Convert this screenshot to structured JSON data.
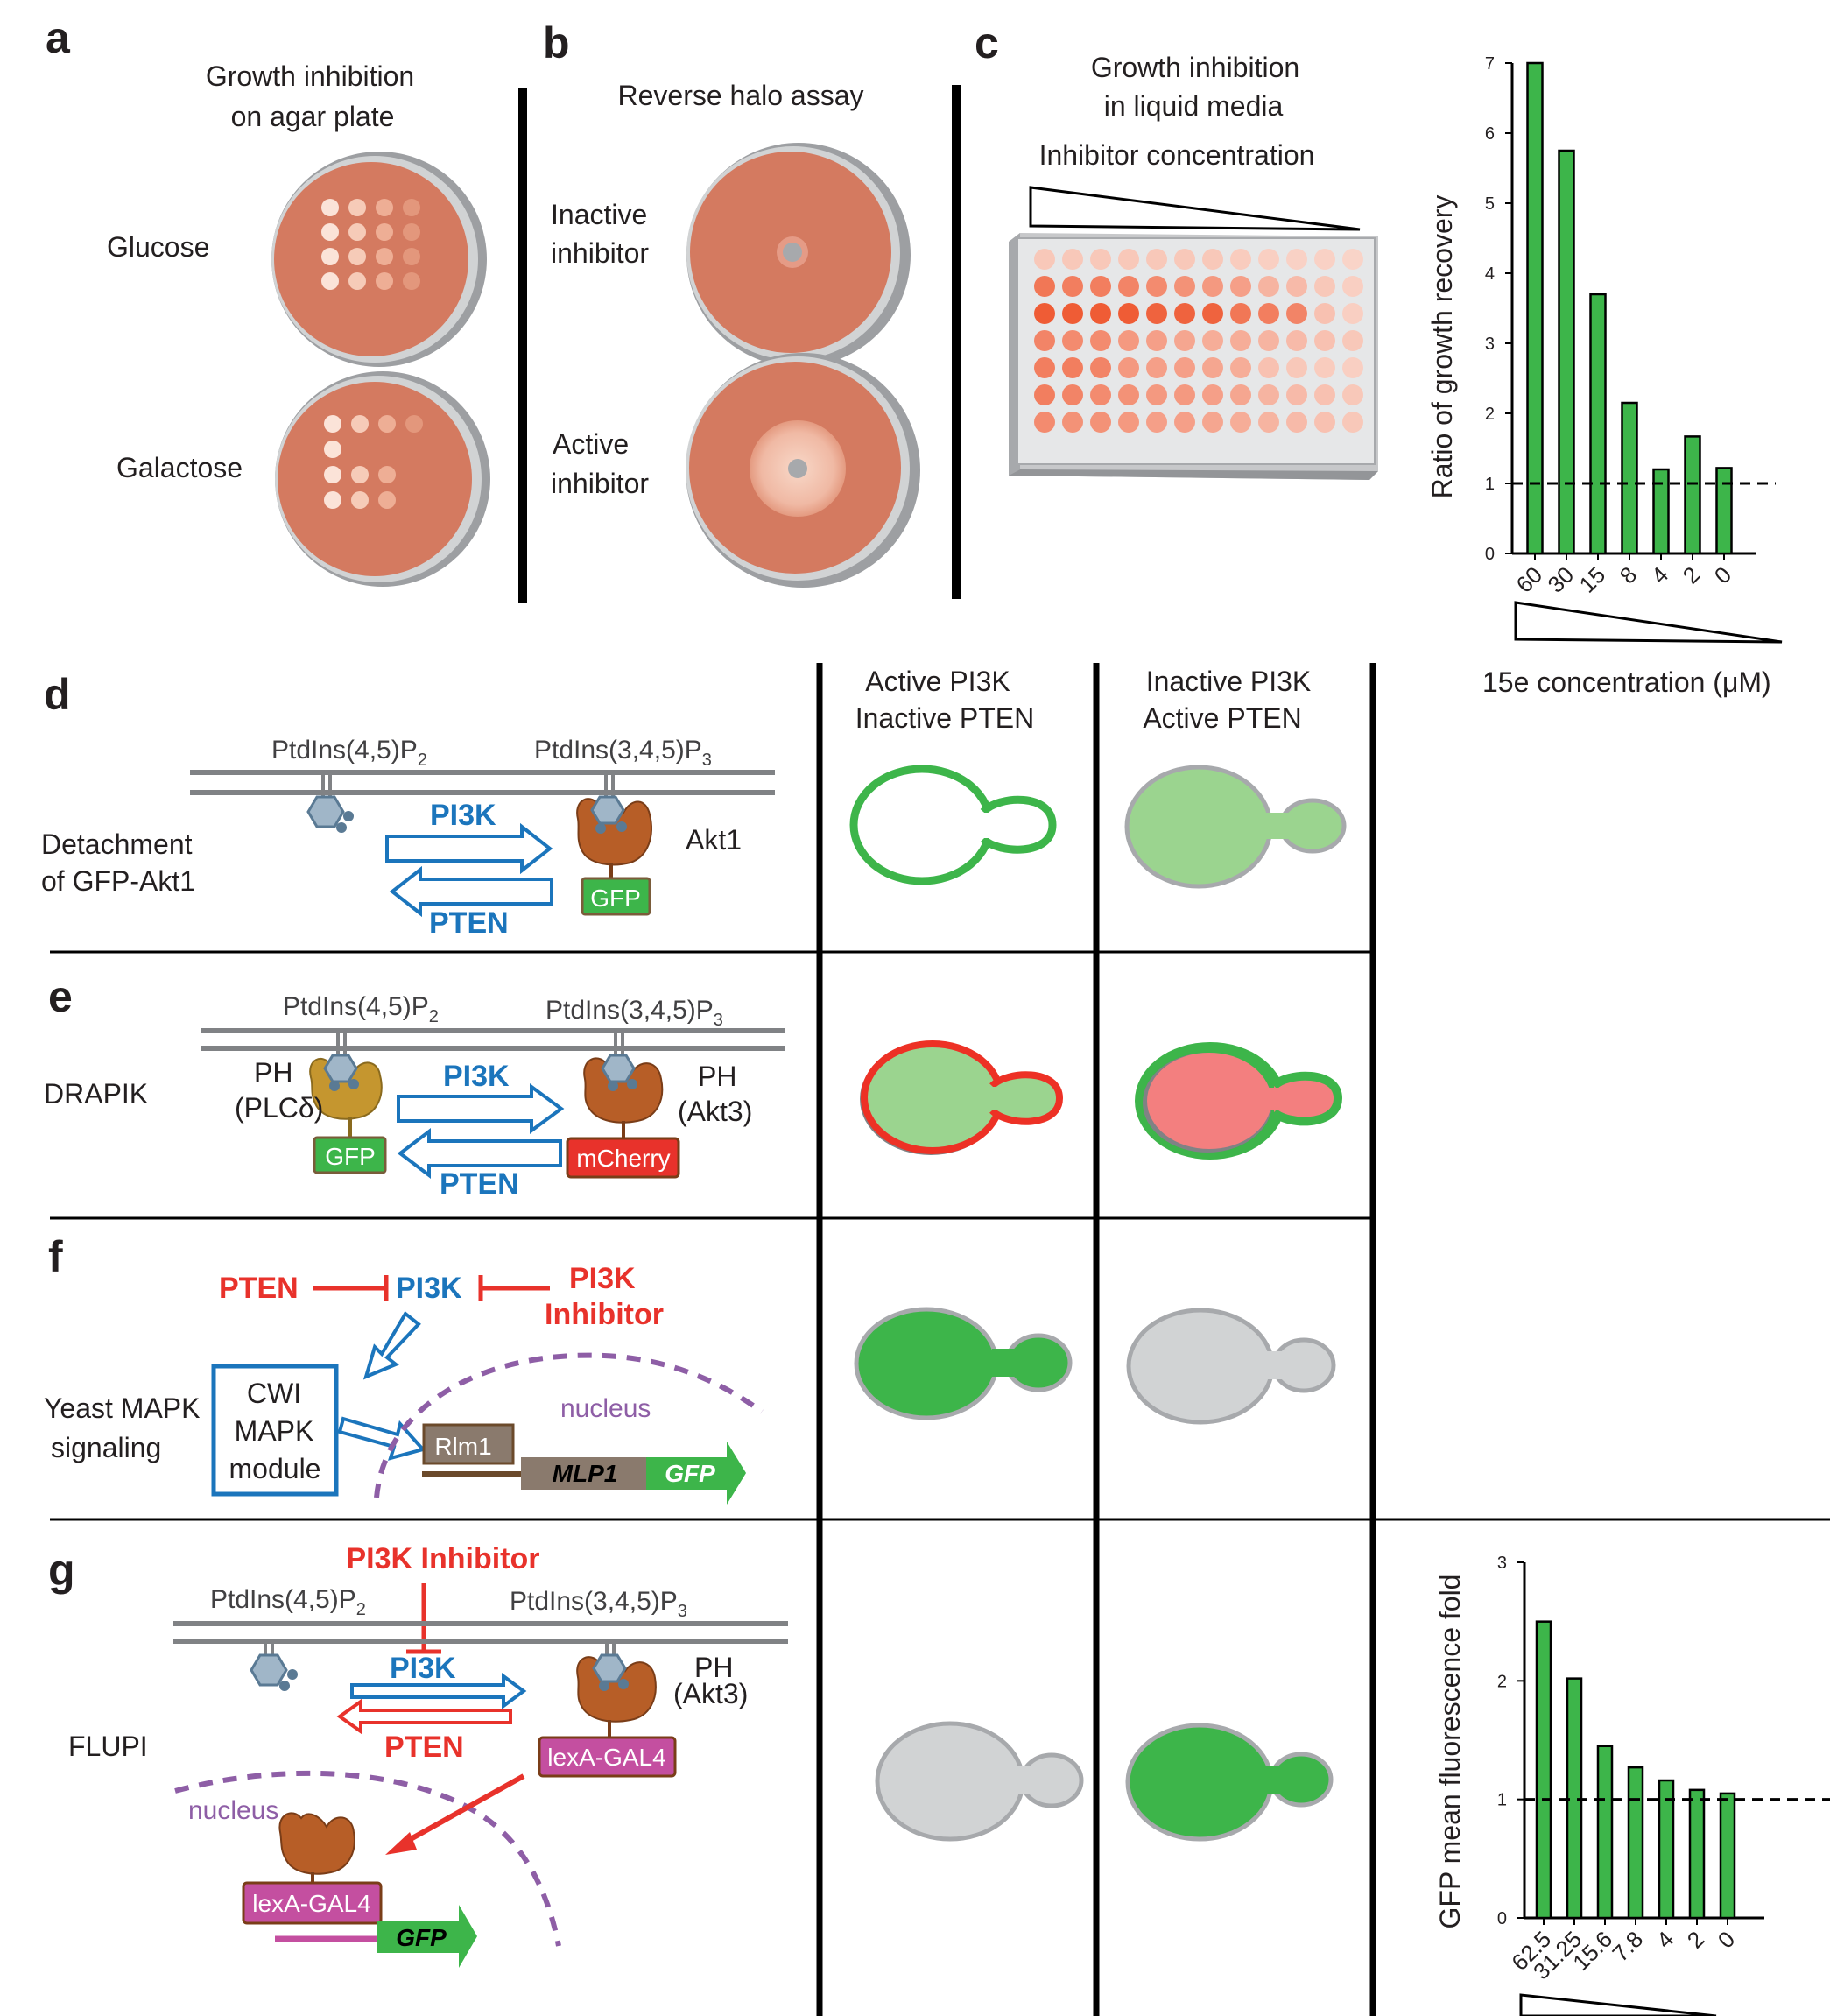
{
  "panels": {
    "a": "a",
    "b": "b",
    "c": "c",
    "d": "d",
    "e": "e",
    "f": "f",
    "g": "g"
  },
  "panel_a": {
    "title_line1": "Growth inhibition",
    "title_line2": "on agar plate",
    "row1": "Glucose",
    "row2": "Galactose"
  },
  "panel_b": {
    "title": "Reverse halo assay",
    "row1_line1": "Inactive",
    "row1_line2": "inhibitor",
    "row2_line1": "Active",
    "row2_line2": "inhibitor"
  },
  "panel_c": {
    "title_line1": "Growth inhibition",
    "title_line2": "in liquid media",
    "subtitle": "Inhibitor concentration",
    "xaxis_label": "15e concentration (μM)"
  },
  "columns": {
    "col1_line1": "Active PI3K",
    "col1_line2": "Inactive PTEN",
    "col2_line1": "Inactive PI3K",
    "col2_line2": "Active PTEN"
  },
  "panel_d": {
    "lipid_left": "PtdIns(4,5)P",
    "lipid_left_sub": "2",
    "lipid_right": "PtdIns(3,4,5)P",
    "lipid_right_sub": "3",
    "pi3k": "PI3K",
    "pten": "PTEN",
    "akt1": "Akt1",
    "gfp": "GFP",
    "row_line1": "Detachment",
    "row_line2": "of GFP-Akt1"
  },
  "panel_e": {
    "lipid_left": "PtdIns(4,5)P",
    "lipid_left_sub": "2",
    "lipid_right": "PtdIns(3,4,5)P",
    "lipid_right_sub": "3",
    "pi3k": "PI3K",
    "pten": "PTEN",
    "ph_left_line1": "PH",
    "ph_left_line2": "(PLCδ)",
    "ph_right_line1": "PH",
    "ph_right_line2": "(Akt3)",
    "gfp": "GFP",
    "mcherry": "mCherry",
    "row": "DRAPIK"
  },
  "panel_f": {
    "pten": "PTEN",
    "pi3k": "PI3K",
    "inhibitor_line1": "PI3K",
    "inhibitor_line2": "Inhibitor",
    "module_line1": "CWI",
    "module_line2": "MAPK",
    "module_line3": "module",
    "nucleus": "nucleus",
    "rlm1": "Rlm1",
    "mlp1": "MLP1",
    "gfp": "GFP",
    "row_line1": "Yeast MAPK",
    "row_line2": "signaling"
  },
  "panel_g": {
    "inhibitor": "PI3K Inhibitor",
    "lipid_left": "PtdIns(4,5)P",
    "lipid_left_sub": "2",
    "lipid_right": "PtdIns(3,4,5)P",
    "lipid_right_sub": "3",
    "pi3k": "PI3K",
    "pten": "PTEN",
    "ph_line1": "PH",
    "ph_line2": "(Akt3)",
    "lexa": "lexA-GAL4",
    "nucleus": "nucleus",
    "gfp": "GFP",
    "row": "FLUPI"
  },
  "colors": {
    "plate": "#d47a60",
    "rim": "#9d9fa2",
    "green": "#3db54a",
    "light_green": "#9bd48f",
    "red": "#ed3125",
    "pink": "#f37f7f",
    "grey_cell": "#d1d3d4",
    "blue": "#1b75bc",
    "purple": "#8e5ea6",
    "brown": "#b75e27",
    "lexa": "#c44fa0"
  },
  "chart_data": [
    {
      "type": "bar",
      "ylabel": "Ratio of growth recovery",
      "xlabel": "15e concentration (μM)",
      "categories": [
        "60",
        "30",
        "15",
        "8",
        "4",
        "2",
        "0"
      ],
      "values": [
        7.0,
        5.75,
        3.7,
        2.15,
        1.2,
        1.67,
        1.22
      ],
      "ylim": [
        0,
        7
      ],
      "yticks": [
        "0",
        "1",
        "2",
        "3",
        "4",
        "5",
        "6",
        "7"
      ],
      "reference_line": 1,
      "color": "#3db54a"
    },
    {
      "type": "bar",
      "ylabel": "GFP mean fluorescence fold",
      "categories": [
        "62.5",
        "31.25",
        "15.6",
        "7.8",
        "4",
        "2",
        "0"
      ],
      "values": [
        2.5,
        2.02,
        1.45,
        1.27,
        1.16,
        1.08,
        1.05
      ],
      "ylim": [
        0,
        3
      ],
      "yticks": [
        "0",
        "1",
        "2",
        "3"
      ],
      "reference_line": 1,
      "color": "#3db54a"
    }
  ]
}
